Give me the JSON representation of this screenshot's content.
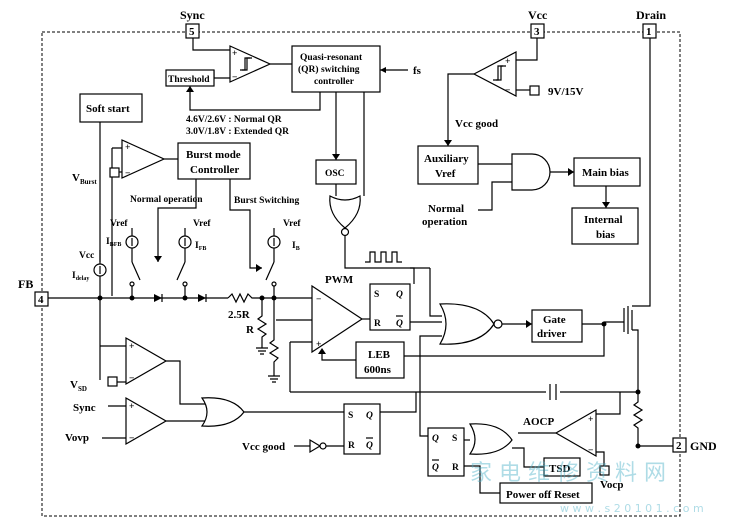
{
  "pins": {
    "sync": {
      "name": "Sync",
      "num": "5"
    },
    "vcc": {
      "name": "Vcc",
      "num": "3"
    },
    "drain": {
      "name": "Drain",
      "num": "1"
    },
    "fb": {
      "name": "FB",
      "num": "4"
    },
    "gnd": {
      "name": "GND",
      "num": "2"
    }
  },
  "blocks": {
    "qr_controller": [
      "Quasi-resonant",
      "(QR) switching",
      "controller"
    ],
    "threshold": "Threshold",
    "soft_start": "Soft start",
    "burst_mode": [
      "Burst mode",
      "Controller"
    ],
    "osc": "OSC",
    "aux_vref": [
      "Auxiliary",
      "Vref"
    ],
    "main_bias": "Main bias",
    "internal_bias": [
      "Internal",
      "bias"
    ],
    "gate_driver": [
      "Gate",
      "driver"
    ],
    "leb": [
      "LEB",
      "600ns"
    ],
    "tsd": "TSD",
    "power_off_reset": "Power off Reset"
  },
  "labels": {
    "fs": "fs",
    "threshold_note_1": "4.6V/2.6V : Normal QR",
    "threshold_note_2": "3.0V/1.8V : Extended QR",
    "uvlo_levels": "9V/15V",
    "vcc_good": "Vcc good",
    "normal_operation": [
      "Normal",
      "operation"
    ],
    "normal_operation_line": "Normal operation",
    "burst_switching": "Burst Switching",
    "v_burst": {
      "main": "V",
      "sub": "Burst"
    },
    "vref": "Vref",
    "vcc": "Vcc",
    "i_bfb": {
      "main": "I",
      "sub": "BFB"
    },
    "i_fb": {
      "main": "I",
      "sub": "FB"
    },
    "i_b": {
      "main": "I",
      "sub": "B"
    },
    "i_delay": {
      "main": "I",
      "sub": "delay"
    },
    "pwm": "PWM",
    "r_2_5": "2.5R",
    "r": "R",
    "v_sd": {
      "main": "V",
      "sub": "SD"
    },
    "sync_in": "Sync",
    "v_ovp": "Vovp",
    "vcc_good_bottom": "Vcc good",
    "aocp": "AOCP",
    "v_ocp": "Vocp",
    "ff_s": "S",
    "ff_r": "R",
    "ff_q": "Q",
    "ff_qbar": "Q",
    "plus": "+",
    "minus": "−"
  },
  "watermark": {
    "cn": "家 电 维 修 资 料 网",
    "url": "w w w . s 2 0 1 0 1 . c o m"
  }
}
